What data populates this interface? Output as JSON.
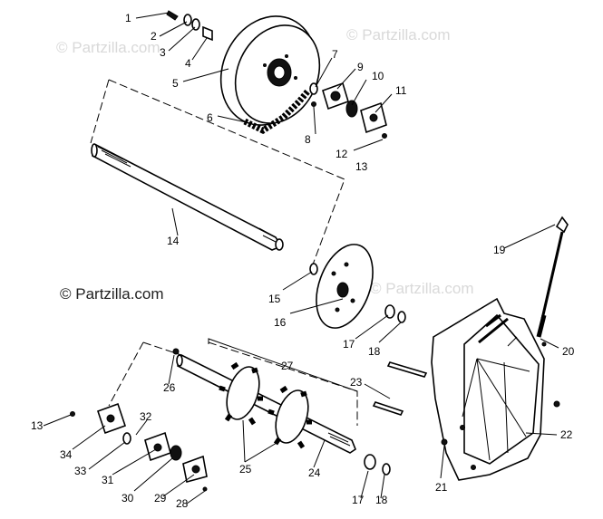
{
  "watermarks": {
    "top_left": "© Partzilla.com",
    "top_right": "© Partzilla.com",
    "middle_left": "© Partzilla.com",
    "middle_right": "© Partzilla.com"
  },
  "callouts": {
    "c1": "1",
    "c2": "2",
    "c3": "3",
    "c4": "4",
    "c5": "5",
    "c6": "6",
    "c7": "7",
    "c8": "8",
    "c9": "9",
    "c10": "10",
    "c11": "11",
    "c12": "12",
    "c13a": "13",
    "c14": "14",
    "c15": "15",
    "c16": "16",
    "c17a": "17",
    "c18a": "18",
    "c19": "19",
    "c20": "20",
    "c21": "21",
    "c22": "22",
    "c23": "23",
    "c24": "24",
    "c25": "25",
    "c26": "26",
    "c27": "27",
    "c28": "28",
    "c29": "29",
    "c30": "30",
    "c31": "31",
    "c32": "32",
    "c33": "33",
    "c34": "34",
    "c13b": "13",
    "c17b": "17",
    "c18b": "18"
  }
}
